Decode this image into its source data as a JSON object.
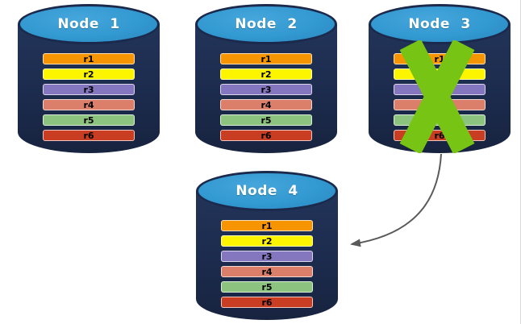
{
  "diagram": {
    "background": "#FFFFFF",
    "palette": {
      "cylinder_body": "#1C2B4D",
      "cylinder_top": "#3399D1",
      "cylinder_outline": "#1B2A4C"
    },
    "nodes": [
      {
        "title": "Node 1",
        "failed": false,
        "replicas": [
          {
            "label": "r1",
            "color": "#F79501"
          },
          {
            "label": "r2",
            "color": "#FDF500"
          },
          {
            "label": "r3",
            "color": "#8577BF"
          },
          {
            "label": "r4",
            "color": "#DB7E6A"
          },
          {
            "label": "r5",
            "color": "#8CC47F"
          },
          {
            "label": "r6",
            "color": "#C93D23"
          }
        ]
      },
      {
        "title": "Node 2",
        "failed": false,
        "replicas": [
          {
            "label": "r1",
            "color": "#F79501"
          },
          {
            "label": "r2",
            "color": "#FDF500"
          },
          {
            "label": "r3",
            "color": "#8577BF"
          },
          {
            "label": "r4",
            "color": "#DB7E6A"
          },
          {
            "label": "r5",
            "color": "#8CC47F"
          },
          {
            "label": "r6",
            "color": "#C93D23"
          }
        ]
      },
      {
        "title": "Node 3",
        "failed": true,
        "replicas": [
          {
            "label": "r1",
            "color": "#F79501"
          },
          {
            "label": "r2",
            "color": "#FDF500"
          },
          {
            "label": "r3",
            "color": "#8577BF"
          },
          {
            "label": "r4",
            "color": "#DB7E6A"
          },
          {
            "label": "r5",
            "color": "#8CC47F"
          },
          {
            "label": "r6",
            "color": "#C93D23"
          }
        ]
      },
      {
        "title": "Node 4",
        "failed": false,
        "replicas": [
          {
            "label": "r1",
            "color": "#F79501"
          },
          {
            "label": "r2",
            "color": "#FDF500"
          },
          {
            "label": "r3",
            "color": "#8577BF"
          },
          {
            "label": "r4",
            "color": "#DB7E6A"
          },
          {
            "label": "r5",
            "color": "#8CC47F"
          },
          {
            "label": "r6",
            "color": "#C93D23"
          }
        ]
      }
    ],
    "failure_mark": {
      "node": "Node 3",
      "symbol": "X",
      "color": "#77C414"
    },
    "arrow": {
      "from": "Node 3",
      "to": "Node 4",
      "color": "#595959"
    }
  }
}
